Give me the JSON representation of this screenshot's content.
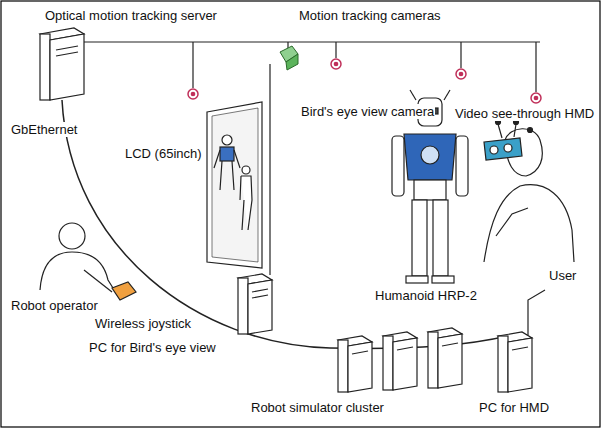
{
  "diagram": {
    "labels": [
      "Optical motion tracking server",
      "Motion tracking cameras",
      "GbEthernet",
      "LCD (65inch)",
      "Bird's eye view camera",
      "Video see-through HMD",
      "Robot operator",
      "Wireless joystick",
      "Humanoid HRP-2",
      "User",
      "PC for Bird's eye view",
      "Robot simulator cluster",
      "PC for HMD"
    ]
  }
}
